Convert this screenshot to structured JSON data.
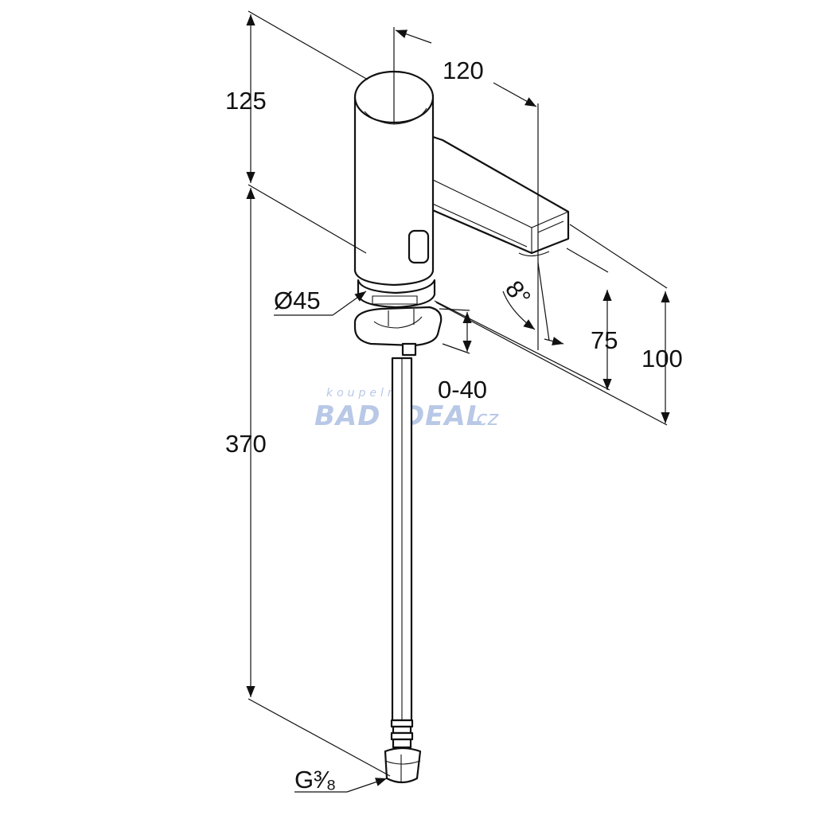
{
  "dimensions": {
    "height_top": "125",
    "spout_length": "120",
    "diameter": "Ø45",
    "angle": "8°",
    "range": "0-40",
    "outlet_height": "75",
    "body_height": "100",
    "hose_length": "370",
    "thread": "G³⁄₈"
  },
  "watermark": {
    "line1": "koupelny",
    "line2": "BAD IDEAL",
    "suffix": ".cz"
  },
  "colors": {
    "line": "#111111",
    "watermark": "#b8c8e6"
  }
}
